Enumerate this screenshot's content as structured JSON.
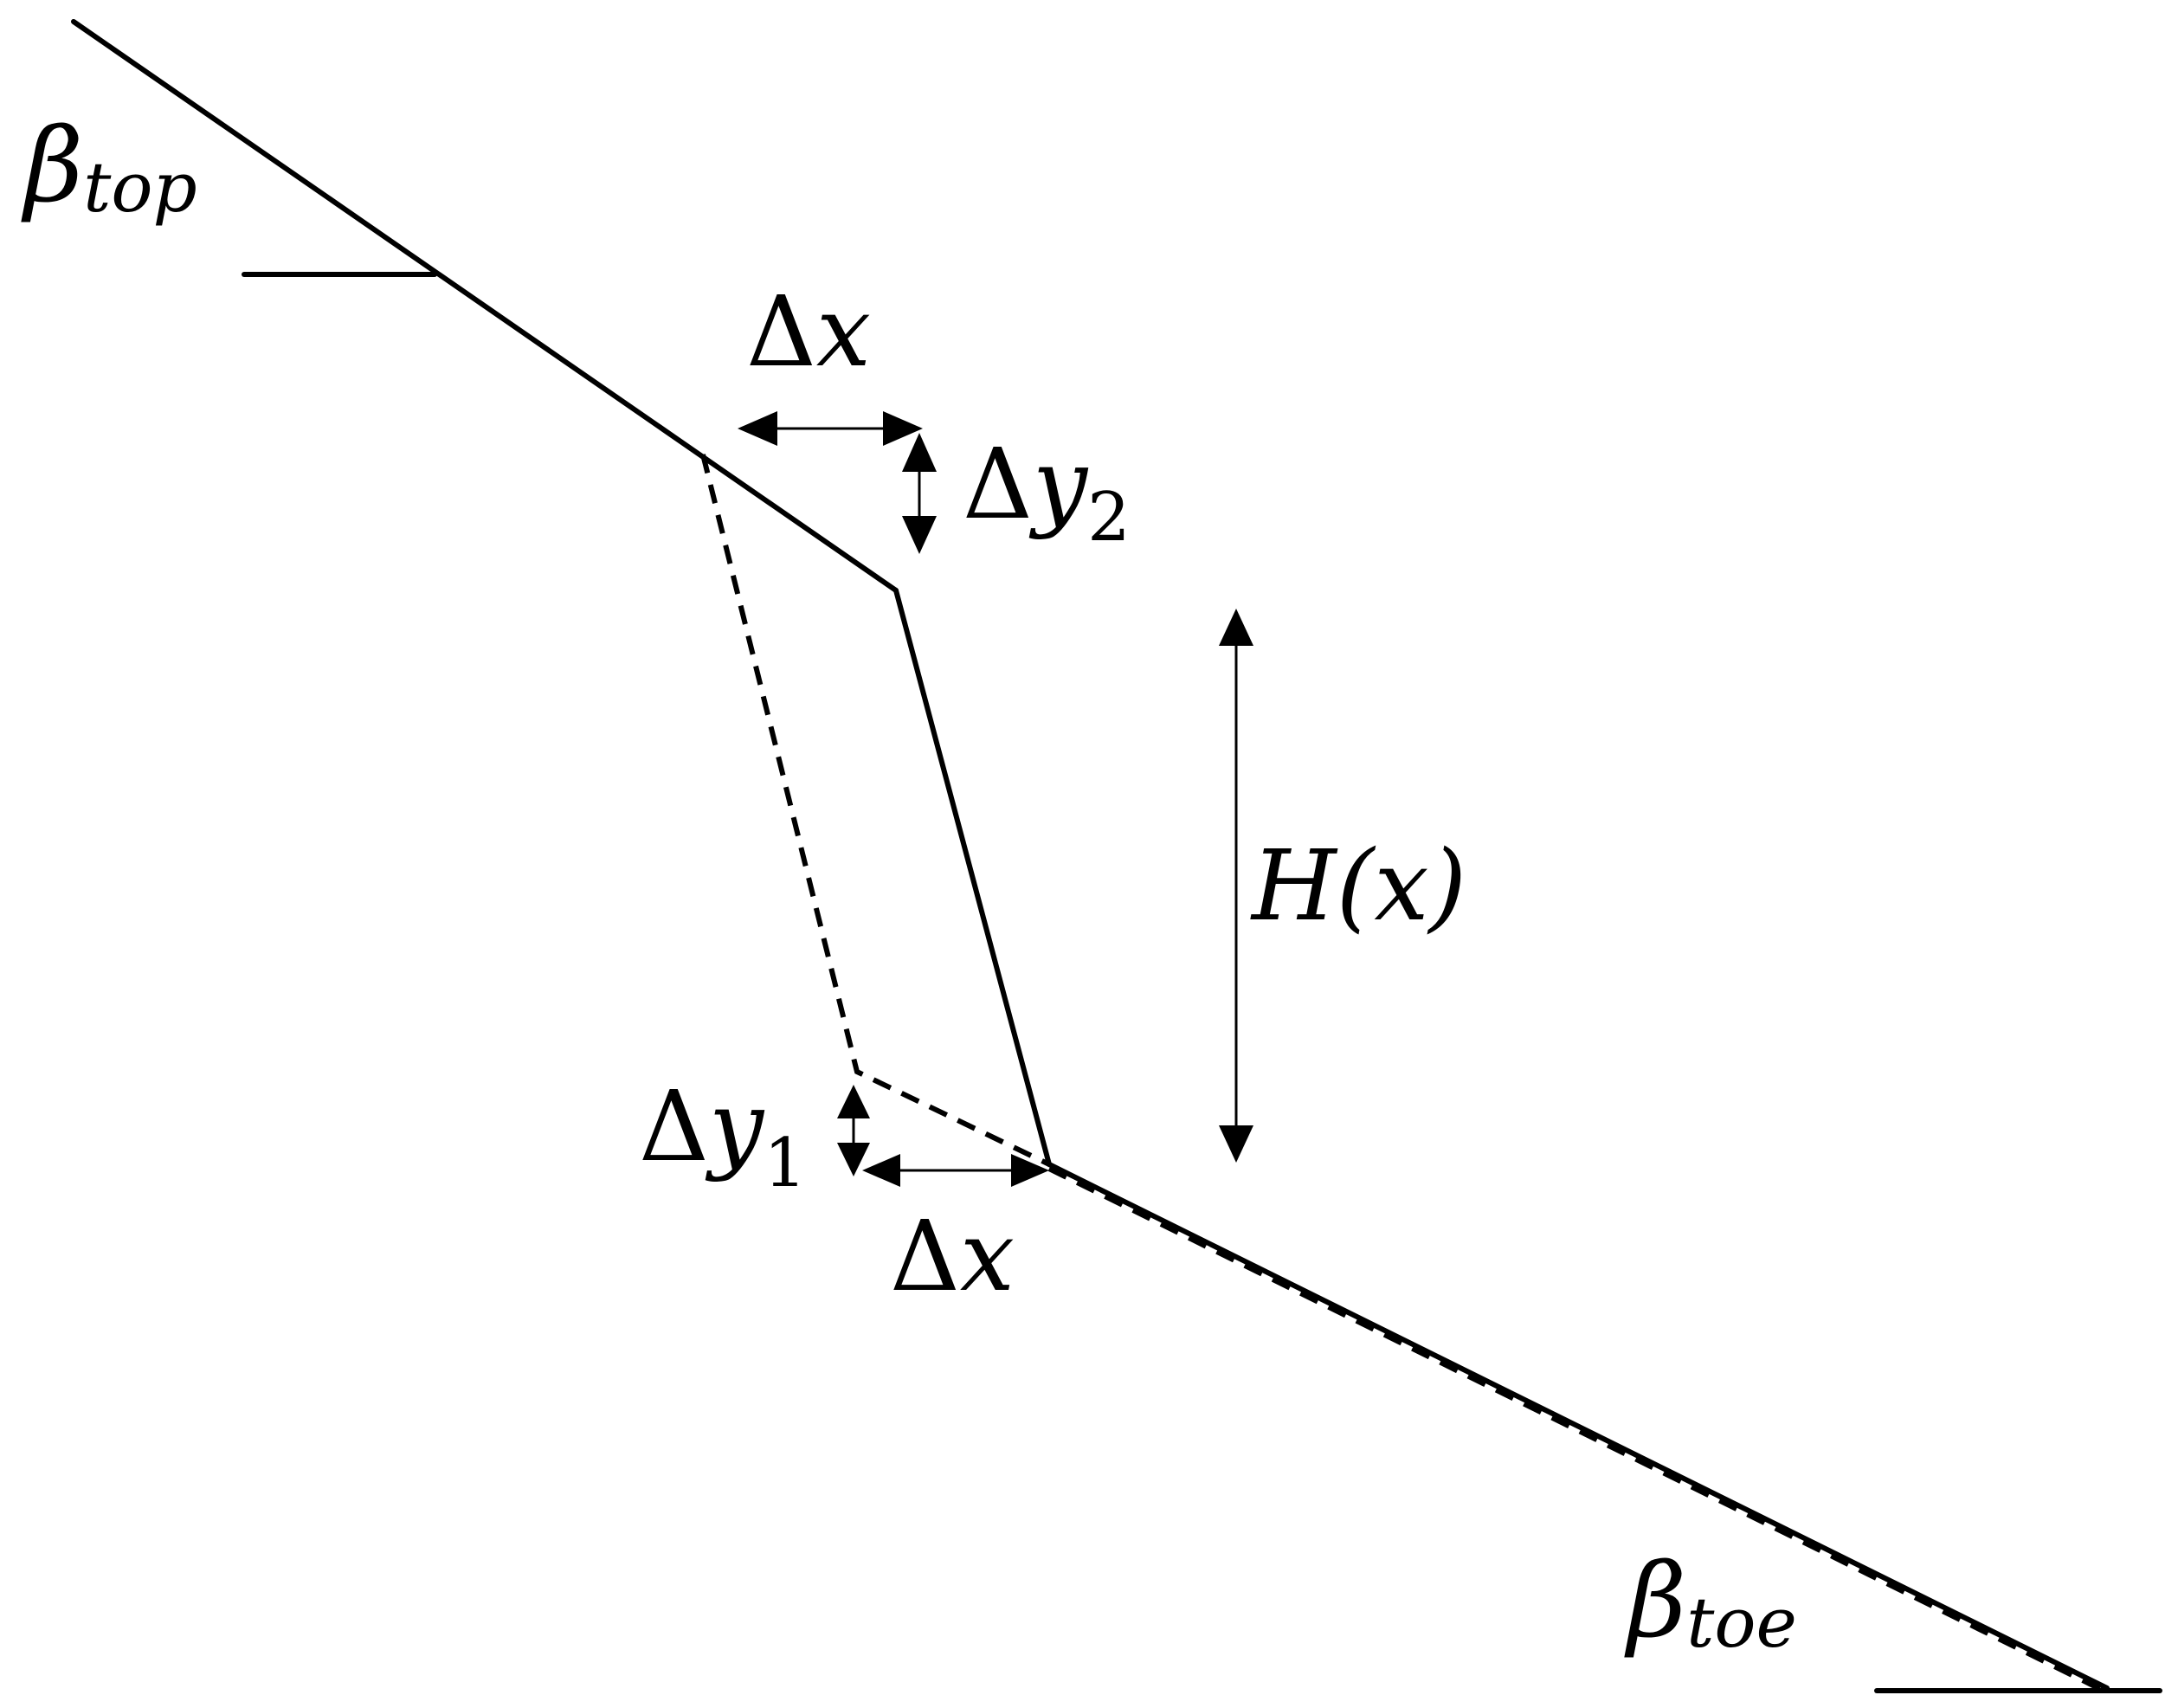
{
  "labels": {
    "beta_top": {
      "symbol": "β",
      "sub": "top"
    },
    "beta_toe": {
      "symbol": "β",
      "sub": "toe"
    },
    "dx_top": {
      "delta": "Δ",
      "var": "x"
    },
    "dy2": {
      "delta": "Δ",
      "var": "y",
      "sub": "2"
    },
    "hx": {
      "text": "H(x)"
    },
    "dy1": {
      "delta": "Δ",
      "var": "y",
      "sub": "1"
    },
    "dx_bottom": {
      "delta": "Δ",
      "var": "x"
    }
  },
  "colors": {
    "stroke": "#000000",
    "background": "#ffffff"
  }
}
